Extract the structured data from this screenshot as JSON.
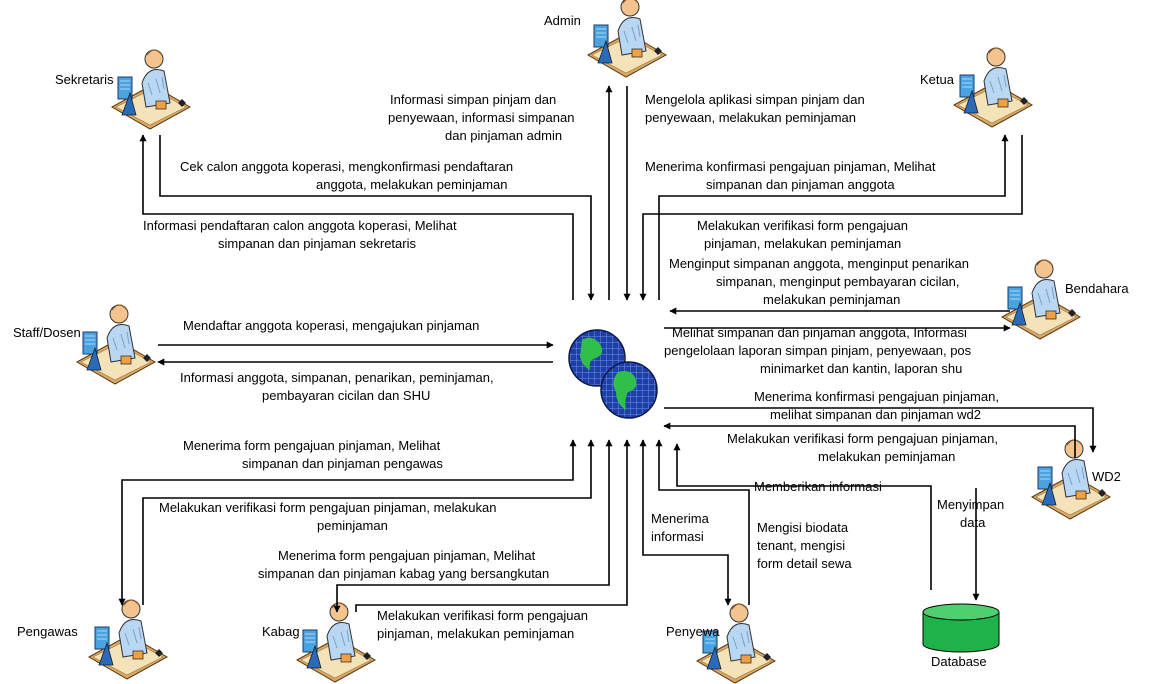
{
  "actors": {
    "admin": "Admin",
    "sekretaris": "Sekretaris",
    "ketua": "Ketua",
    "bendahara": "Bendahara",
    "staff": "Staff/Dosen",
    "wd2": "WD2",
    "pengawas": "Pengawas",
    "kabag": "Kabag",
    "penyewa": "Penyewa",
    "database": "Database"
  },
  "flows": {
    "admin_out": [
      "Informasi simpan pinjam dan",
      "penyewaan, informasi simpanan",
      "dan pinjaman admin"
    ],
    "admin_in": [
      "Mengelola aplikasi simpan pinjam dan",
      "penyewaan, melakukan peminjaman"
    ],
    "sek_in": [
      "Cek calon anggota koperasi, mengkonfirmasi pendaftaran",
      "anggota, melakukan peminjaman"
    ],
    "sek_out": [
      "Informasi pendaftaran calon anggota koperasi, Melihat",
      "simpanan dan pinjaman sekretaris"
    ],
    "ketua_out": [
      "Menerima konfirmasi pengajuan pinjaman, Melihat",
      "simpanan dan pinjaman anggota"
    ],
    "ketua_in": [
      "Melakukan verifikasi form pengajuan",
      "pinjaman, melakukan peminjaman"
    ],
    "bend_in": [
      "Menginput simpanan anggota, menginput penarikan",
      "simpanan, menginput pembayaran cicilan,",
      "melakukan peminjaman"
    ],
    "bend_out": [
      "Melihat simpanan dan pinjaman anggota, Informasi",
      "pengelolaan laporan simpan pinjam, penyewaan, pos",
      "minimarket dan kantin, laporan shu"
    ],
    "staff_in": [
      "Mendaftar anggota koperasi, mengajukan pinjaman"
    ],
    "staff_out": [
      "Informasi anggota, simpanan, penarikan, peminjaman,",
      "pembayaran cicilan dan SHU"
    ],
    "wd2_out": [
      "Menerima konfirmasi pengajuan pinjaman,",
      "melihat simpanan dan pinjaman wd2"
    ],
    "wd2_in": [
      "Melakukan verifikasi form pengajuan pinjaman,",
      "melakukan peminjaman"
    ],
    "db_out": [
      "Memberikan informasi"
    ],
    "db_in": [
      "Menyimpan",
      "data"
    ],
    "pengawas_out": [
      "Menerima form pengajuan pinjaman, Melihat",
      "simpanan dan pinjaman pengawas"
    ],
    "pengawas_in": [
      "Melakukan verifikasi form pengajuan pinjaman, melakukan",
      "peminjaman"
    ],
    "kabag_out": [
      "Menerima form pengajuan pinjaman, Melihat",
      "simpanan dan pinjaman kabag yang bersangkutan"
    ],
    "kabag_in": [
      "Melakukan verifikasi form pengajuan",
      "pinjaman, melakukan peminjaman"
    ],
    "penyewa_out": [
      "Menerima",
      "informasi"
    ],
    "penyewa_in": [
      "Mengisi biodata",
      "tenant, mengisi",
      "form detail sewa"
    ]
  },
  "colors": {
    "line": "#000000",
    "database_fill": "#20b24a",
    "globe_blue": "#1f3fa8",
    "globe_green": "#2fbf4a",
    "person_skin": "#f3c48e",
    "person_shirt": "#b9d6f2",
    "desk": "#d8a868",
    "monitor": "#4aa3df"
  },
  "icons": {
    "actor": "workstation-person-icon",
    "center": "globe-network-icon",
    "store": "database-cylinder-icon"
  }
}
